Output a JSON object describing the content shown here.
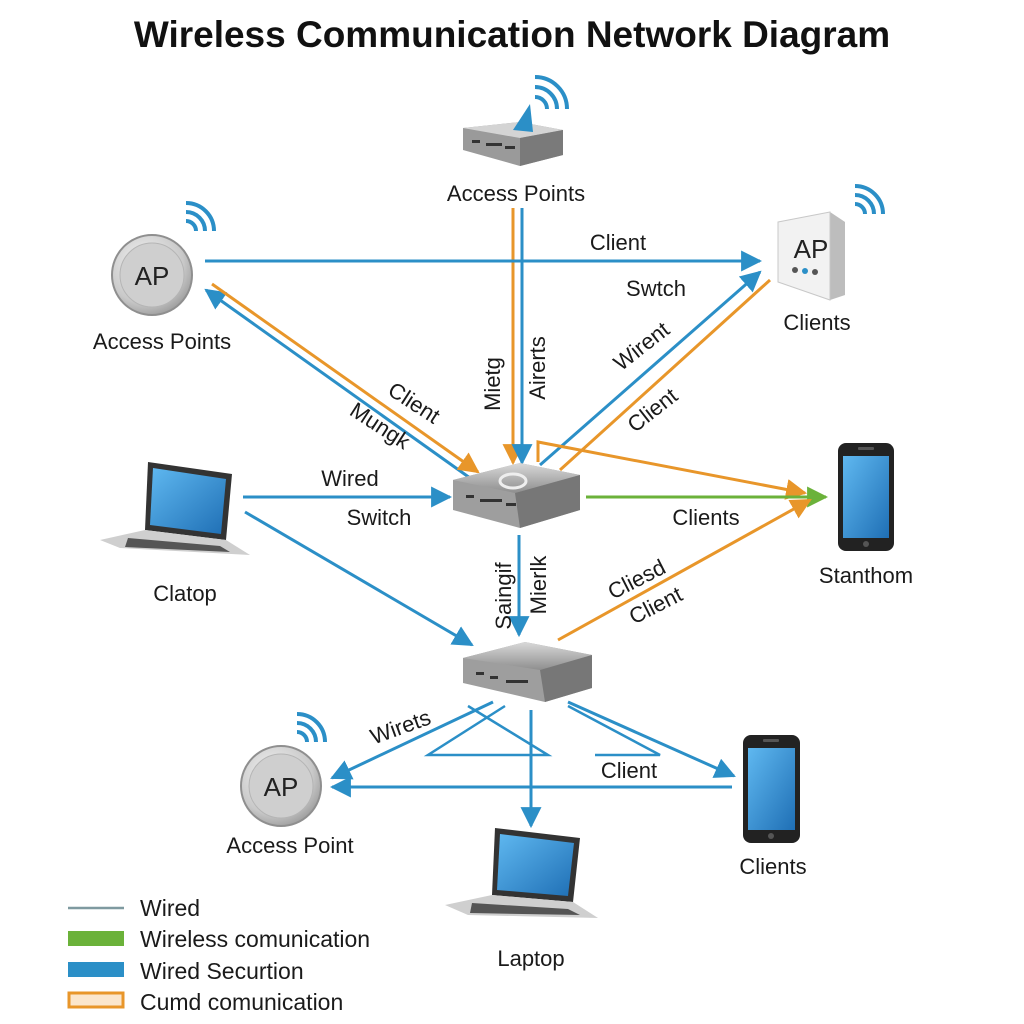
{
  "title": "Wireless Communication Network Diagram",
  "colors": {
    "blue": "#2b8fc7",
    "orange": "#e8962a",
    "green": "#6bb23a",
    "gray_line": "#7f9aa0"
  },
  "nodes": {
    "top_router": {
      "label": "Access Points",
      "icon": "router-icon"
    },
    "left_ap": {
      "badge": "AP",
      "label": "Access Points",
      "icon": "access-point-icon"
    },
    "right_ap": {
      "badge": "AP",
      "label": "Clients",
      "icon": "access-point-box-icon"
    },
    "left_laptop": {
      "label": "Clatop",
      "icon": "laptop-icon"
    },
    "center_switch": {
      "icon": "switch-icon"
    },
    "right_phone": {
      "label": "Stanthom",
      "icon": "smartphone-icon"
    },
    "lower_switch": {
      "icon": "switch-icon"
    },
    "bottom_ap": {
      "badge": "AP",
      "label": "Access Point",
      "icon": "access-point-icon"
    },
    "bottom_laptop": {
      "label": "Laptop",
      "icon": "laptop-icon"
    },
    "bottom_phone": {
      "label": "Clients",
      "icon": "smartphone-icon"
    }
  },
  "edge_labels": {
    "client_top": "Client",
    "swtch": "Swtch",
    "wirent": "Wirent",
    "client_right": "Client",
    "mietg": "Mietg",
    "airerts": "Airerts",
    "client_left": "Client",
    "mungk": "Mungk",
    "wired": "Wired",
    "switch": "Switch",
    "clients_mid": "Clients",
    "saingif": "Saingif",
    "mierlk": "Mierlk",
    "cliesd": "Cliesd",
    "client_lower": "Client",
    "wirets": "Wirets",
    "client_bottom": "Client"
  },
  "legend": [
    {
      "label": "Wired",
      "style": "thin-gray"
    },
    {
      "label": "Wireless comunication",
      "style": "green-bar"
    },
    {
      "label": "Wired Securtion",
      "style": "blue-bar"
    },
    {
      "label": "Cumd comunication",
      "style": "orange-outline"
    }
  ]
}
